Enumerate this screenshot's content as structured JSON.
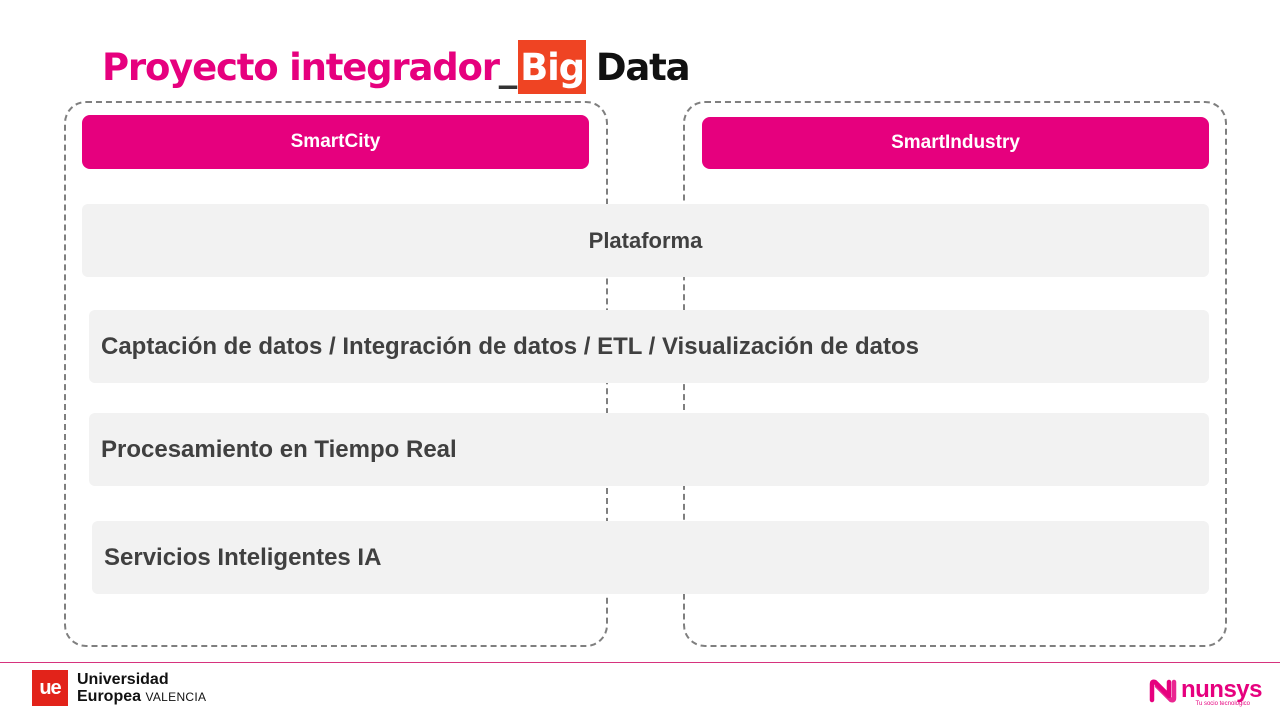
{
  "title": {
    "part1": "Proyecto integrador",
    "underscore": "_",
    "big": "Big",
    "data": "Data"
  },
  "columns": {
    "left_header": "SmartCity",
    "right_header": "SmartIndustry"
  },
  "bars": {
    "plataforma": "Plataforma",
    "captacion": "Captación de datos / Integración de datos / ETL / Visualización de datos",
    "procesamiento": "Procesamiento en Tiempo Real",
    "servicios": "Servicios Inteligentes IA"
  },
  "footer": {
    "ue_logo_text": "ue",
    "ue_line1": "Universidad",
    "ue_line2": "Europea",
    "ue_city": "VALENCIA",
    "nunsys_word": "nunsys",
    "nunsys_tagline": "Tu socio tecnológico"
  },
  "colors": {
    "accent_pink": "#e6007e",
    "big_red": "#ef4423",
    "bar_gray": "#f2f2f2"
  }
}
